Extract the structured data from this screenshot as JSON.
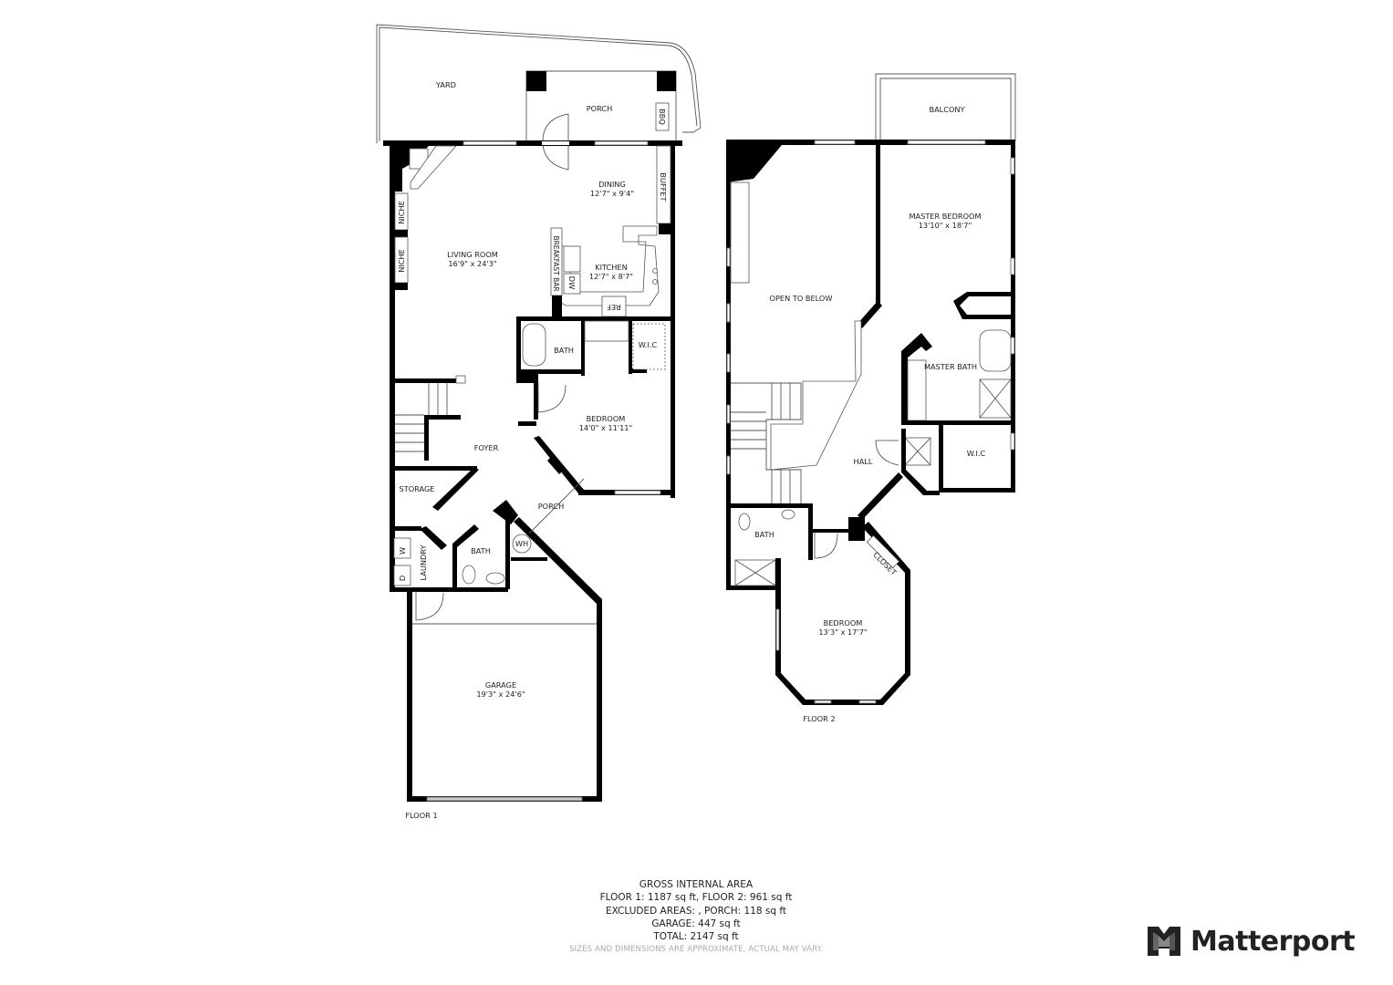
{
  "floor1": {
    "label": "FLOOR 1",
    "rooms": {
      "yard": {
        "name": "YARD"
      },
      "porch_back": {
        "name": "PORCH"
      },
      "bbq": {
        "name": "BBQ"
      },
      "dining": {
        "name": "DINING",
        "dims": "12'7\" x 9'4\""
      },
      "buffet": {
        "name": "BUFFET"
      },
      "living": {
        "name": "LIVING ROOM",
        "dims": "16'9\" x 24'3\""
      },
      "niche1": {
        "name": "NICHE"
      },
      "niche2": {
        "name": "NICHE"
      },
      "breakfast_bar": {
        "name": "BREAKFAST BAR"
      },
      "dw": {
        "name": "DW"
      },
      "kitchen": {
        "name": "KITCHEN",
        "dims": "12'7\" x 8'7\""
      },
      "ref": {
        "name": "REF"
      },
      "bath1": {
        "name": "BATH"
      },
      "wic1": {
        "name": "W.I.C"
      },
      "bedroom1": {
        "name": "BEDROOM",
        "dims": "14'0\" x 11'11\""
      },
      "foyer": {
        "name": "FOYER"
      },
      "storage": {
        "name": "STORAGE"
      },
      "porch_front": {
        "name": "PORCH"
      },
      "laundry": {
        "name": "LAUNDRY"
      },
      "washer": {
        "name": "W"
      },
      "dryer": {
        "name": "D"
      },
      "bath2": {
        "name": "BATH"
      },
      "wh": {
        "name": "WH"
      },
      "garage": {
        "name": "GARAGE",
        "dims": "19'3\" x 24'6\""
      }
    }
  },
  "floor2": {
    "label": "FLOOR 2",
    "rooms": {
      "balcony": {
        "name": "BALCONY"
      },
      "master_bedroom": {
        "name": "MASTER BEDROOM",
        "dims": "13'10\" x 18'7\""
      },
      "open_below": {
        "name": "OPEN TO BELOW"
      },
      "master_bath": {
        "name": "MASTER BATH"
      },
      "wic2": {
        "name": "W.I.C"
      },
      "hall": {
        "name": "HALL"
      },
      "bath3": {
        "name": "BATH"
      },
      "closet": {
        "name": "CLOSET"
      },
      "bedroom2": {
        "name": "BEDROOM",
        "dims": "13'3\" x 17'7\""
      }
    }
  },
  "area_summary": {
    "title": "GROSS INTERNAL AREA",
    "line1": "FLOOR 1: 1187 sq ft, FLOOR 2: 961 sq ft",
    "line2": "EXCLUDED AREAS: , PORCH: 118 sq ft",
    "line3": "GARAGE: 447 sq ft",
    "line4": "TOTAL: 2147 sq ft",
    "disclaimer": "SIZES AND DIMENSIONS ARE APPROXIMATE, ACTUAL MAY VARY."
  },
  "brand": {
    "name": "Matterport",
    "icon": "matterport-logo-icon"
  },
  "colors": {
    "wall": "#000000",
    "text": "#1e1e1e",
    "disclaimer": "#aaaaaa",
    "background": "#ffffff"
  }
}
